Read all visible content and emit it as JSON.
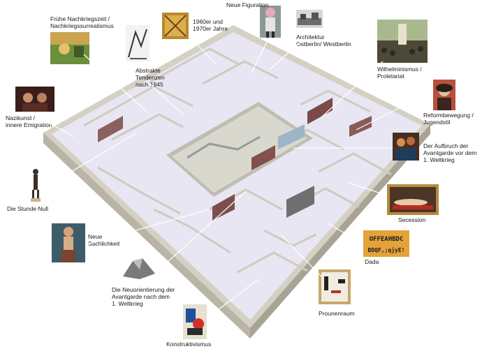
{
  "diagram": {
    "callouts": [
      {
        "id": "fruehe-nachkriegszeit",
        "text": "Frühe Nachkriegszeit /\nNachkriegssurrealismus",
        "icon": "surreal-landscape-painting-icon"
      },
      {
        "id": "abstrakte-tendenzen",
        "text": "Abstrakte\nTendenzen\nnach 1945",
        "icon": "abstract-sculpture-icon"
      },
      {
        "id": "sechziger",
        "text": "1960er und\n1970er Jahre",
        "icon": "op-art-painting-icon"
      },
      {
        "id": "neue-figuration",
        "text": "Neue Figuration",
        "icon": "figure-painting-icon"
      },
      {
        "id": "architektur",
        "text": "Architektur\nOstberlin/ Westberlin",
        "icon": "architecture-photo-icon"
      },
      {
        "id": "wilhelminismus",
        "text": "Wilhelminismus /\nProletariat",
        "icon": "crowd-painting-icon"
      },
      {
        "id": "nazikunst",
        "text": "Nazikunst /\ninnere Emigration",
        "icon": "portrait-painting-icon"
      },
      {
        "id": "reformbewegung",
        "text": "Reformbewegung /\nJugendstil",
        "icon": "jugendstil-portrait-icon"
      },
      {
        "id": "aufbruch",
        "text": "Der Aufbruch der\nAvantgarde vor dem\n1. Weltkrieg",
        "icon": "expressionist-painting-icon"
      },
      {
        "id": "stunde-null",
        "text": "Die Stunde Null",
        "icon": "bronze-figure-icon"
      },
      {
        "id": "secession",
        "text": "Secession",
        "icon": "reclining-nude-painting-icon"
      },
      {
        "id": "neue-sachlichkeit",
        "text": "Neue\nSachlichkeit",
        "icon": "seated-woman-painting-icon"
      },
      {
        "id": "dada",
        "text": "Dada",
        "icon": "dada-typography-icon"
      },
      {
        "id": "neuorientierung",
        "text": "Die Neuorientierung der\nAvantgarde nach dem\n1. Weltkrieg",
        "icon": "crystal-architecture-model-icon"
      },
      {
        "id": "prounenraum",
        "text": "Prounenraum",
        "icon": "proun-room-icon"
      },
      {
        "id": "konstruktivismus",
        "text": "Konstruktivismus",
        "icon": "constructivist-collage-icon"
      }
    ],
    "dada_lettering": [
      "OFFEAHBDC",
      "BDQF‚;qjyE!"
    ],
    "colors": {
      "floor": "#e9e7f3",
      "wall": "#d6d2c7",
      "wall_top": "#f4f2ec",
      "accent_wall": "#7a4a4a",
      "blue_wall": "#9eb4c8",
      "leader": "#ffffff"
    }
  }
}
